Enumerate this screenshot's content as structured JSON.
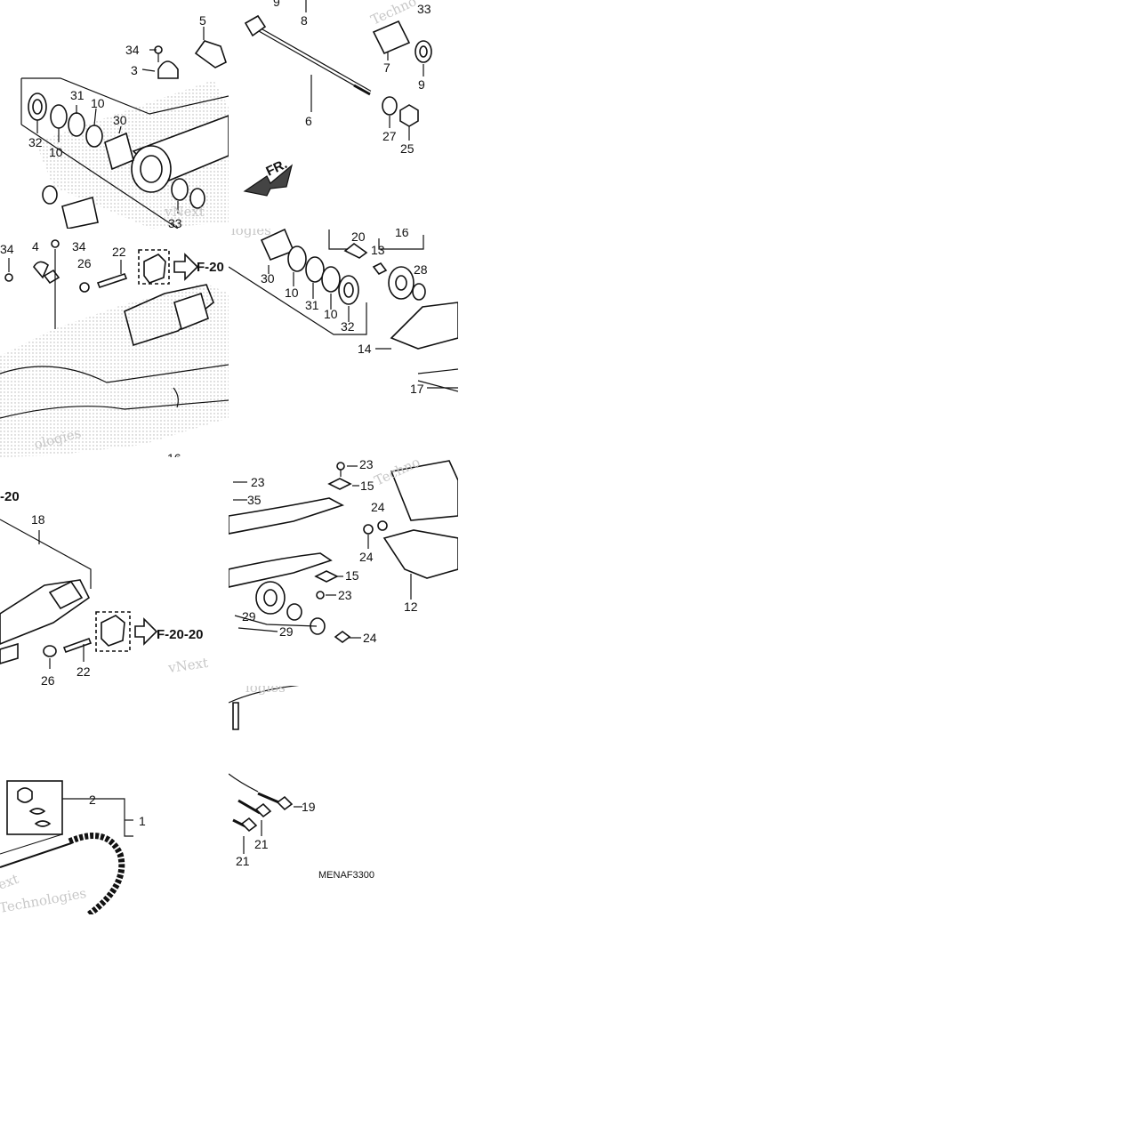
{
  "diagram_code": "MENAF3300",
  "front_arrow_label": "FR.",
  "reference_label": "F-20-20",
  "reference_label_partial": "F-20",
  "reference_label_cut": "-20",
  "watermark_words": [
    "vNext",
    "Technologies",
    "Techno",
    "ext",
    "logies",
    "ologies"
  ],
  "callouts": {
    "1": "1",
    "2": "2",
    "3": "3",
    "4": "4",
    "5": "5",
    "6": "6",
    "7": "7",
    "8": "8",
    "9": "9",
    "10": "10",
    "12": "12",
    "13": "13",
    "14": "14",
    "15": "15",
    "16": "16",
    "17": "17",
    "18": "18",
    "19": "19",
    "20": "20",
    "21": "21",
    "22": "22",
    "23": "23",
    "24": "24",
    "25": "25",
    "26": "26",
    "27": "27",
    "28": "28",
    "29": "29",
    "30": "30",
    "31": "31",
    "32": "32",
    "33": "33",
    "34": "34",
    "35": "35"
  },
  "colors": {
    "ink": "#111111",
    "watermark": "#c8c8c8",
    "background": "#ffffff"
  }
}
